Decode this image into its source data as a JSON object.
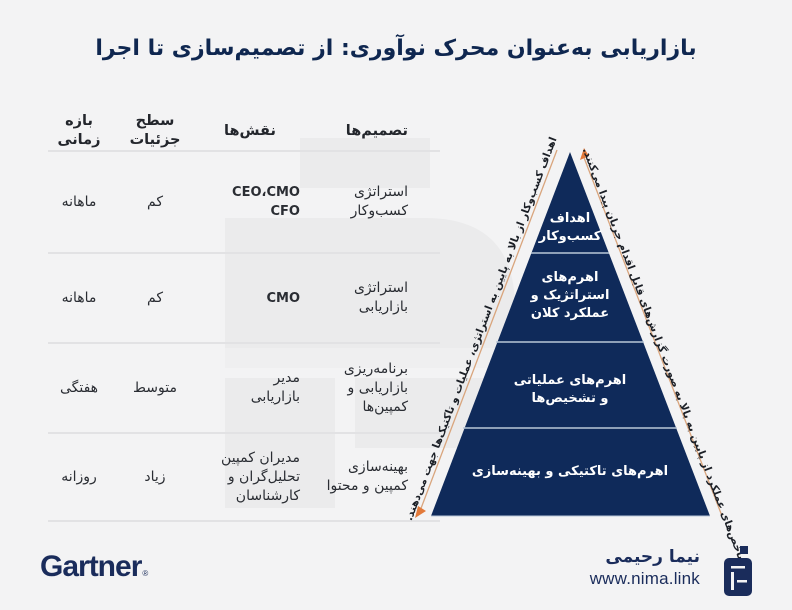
{
  "title": "بازاریابی به‌عنوان محرک نوآوری: از تصمیم‌سازی تا اجرا",
  "table": {
    "headers": {
      "decisions": "تصمیم‌ها",
      "roles": "نقش‌ها",
      "detail_level": "سطح جزئیات",
      "time_frame": "بازه زمانی"
    },
    "rows": [
      {
        "decision_line1": "استراتژی",
        "decision_line2": "کسب‌وکار",
        "decision_line3": "",
        "roles_line1": "CEO،CMO",
        "roles_line2": "CFO",
        "roles_line3": "",
        "detail_level": "کم",
        "time_frame": "ماهانه"
      },
      {
        "decision_line1": "استراتژی",
        "decision_line2": "بازاریابی",
        "decision_line3": "",
        "roles_line1": "CMO",
        "roles_line2": "",
        "roles_line3": "",
        "detail_level": "کم",
        "time_frame": "ماهانه"
      },
      {
        "decision_line1": "برنامه‌ریزی",
        "decision_line2": "بازاریابی و",
        "decision_line3": "کمپین‌ها",
        "roles_line1": "مدیر",
        "roles_line2": "بازاریابی",
        "roles_line3": "",
        "detail_level": "متوسط",
        "time_frame": "هفتگی"
      },
      {
        "decision_line1": "بهینه‌سازی",
        "decision_line2": "کمپین و محتوا",
        "decision_line3": "",
        "roles_line1": "مدیران کمپین",
        "roles_line2": "تحلیل‌گران و",
        "roles_line3": "کارشناسان",
        "detail_level": "زیاد",
        "time_frame": "روزانه"
      }
    ]
  },
  "pyramid": {
    "layers": [
      {
        "line1": "اهداف",
        "line2": "کسب‌وکار",
        "line3": ""
      },
      {
        "line1": "اهرم‌های",
        "line2": "استراتژیک و",
        "line3": "عملکرد کلان"
      },
      {
        "line1": "اهرم‌های عملیاتی",
        "line2": "و تشخیص‌ها",
        "line3": ""
      },
      {
        "line1": "اهرم‌های تاکتیکی و بهینه‌سازی",
        "line2": "",
        "line3": ""
      }
    ],
    "left_arrow_text": "اهداف کسب‌وکار از بالا به پایین به استراتژی، عملیات و تاکتیک‌ها جهت می‌دهند.",
    "right_arrow_text": "شاخص‌های عملکرد از پایین به بالا به صورت گزارش‌های قابل اقدام جریان پیدا می‌کنند.",
    "colors": {
      "fill": "#0f2a5a",
      "divider": "#b9c7d8",
      "arrow": "#e27a3a",
      "arrow_line": "#d9a57d"
    }
  },
  "footer": {
    "gartner_logo": "Gartner",
    "gartner_reg": "®",
    "brand_name": "نیما رحیمی",
    "brand_url": "www.nima.link",
    "brand_icon": "nima-logo-icon"
  }
}
